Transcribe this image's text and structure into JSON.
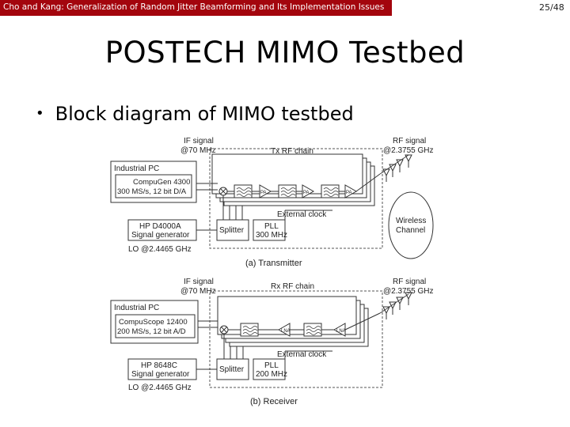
{
  "header": {
    "running_title": "Cho and Kang: Generalization of Random Jitter Beamforming and Its Implementation Issues",
    "page_number": "25/48",
    "accent_color": "#a3050d"
  },
  "slide": {
    "title": "POSTECH MIMO Testbed",
    "bullet": "Block diagram of MIMO testbed"
  },
  "diagram": {
    "wireless_channel": [
      "Wireless",
      "Channel"
    ],
    "transmitter": {
      "if_signal": [
        "IF signal",
        "@70 MHz"
      ],
      "chain_label": "Tx RF chain",
      "rf_signal": [
        "RF signal",
        "@2.3755 GHz"
      ],
      "host": "Industrial PC",
      "board": [
        "CompuGen 4300",
        "300 MS/s, 12 bit D/A"
      ],
      "generator": [
        "HP D4000A",
        "Signal generator"
      ],
      "lo": "LO @2.4465 GHz",
      "splitter": "Splitter",
      "pll": [
        "PLL",
        "300 MHz"
      ],
      "clock": "External clock",
      "caption": "(a) Transmitter",
      "amp_labels": [
        "PA",
        "PA",
        "PA"
      ]
    },
    "receiver": {
      "if_signal": [
        "IF signal",
        "@70 MHz"
      ],
      "chain_label": "Rx RF chain",
      "rf_signal": [
        "RF signal",
        "@2.3755 GHz"
      ],
      "host": "Industrial PC",
      "board": [
        "CompuScope 12400",
        "200 MS/s, 12 bit A/D"
      ],
      "generator": [
        "HP 8648C",
        "Signal generator"
      ],
      "lo": "LO @2.4465 GHz",
      "splitter": "Splitter",
      "pll": [
        "PLL",
        "200 MHz"
      ],
      "clock": "External clock",
      "caption": "(b) Receiver",
      "amp_labels": [
        "LNA",
        "LNA"
      ]
    }
  }
}
